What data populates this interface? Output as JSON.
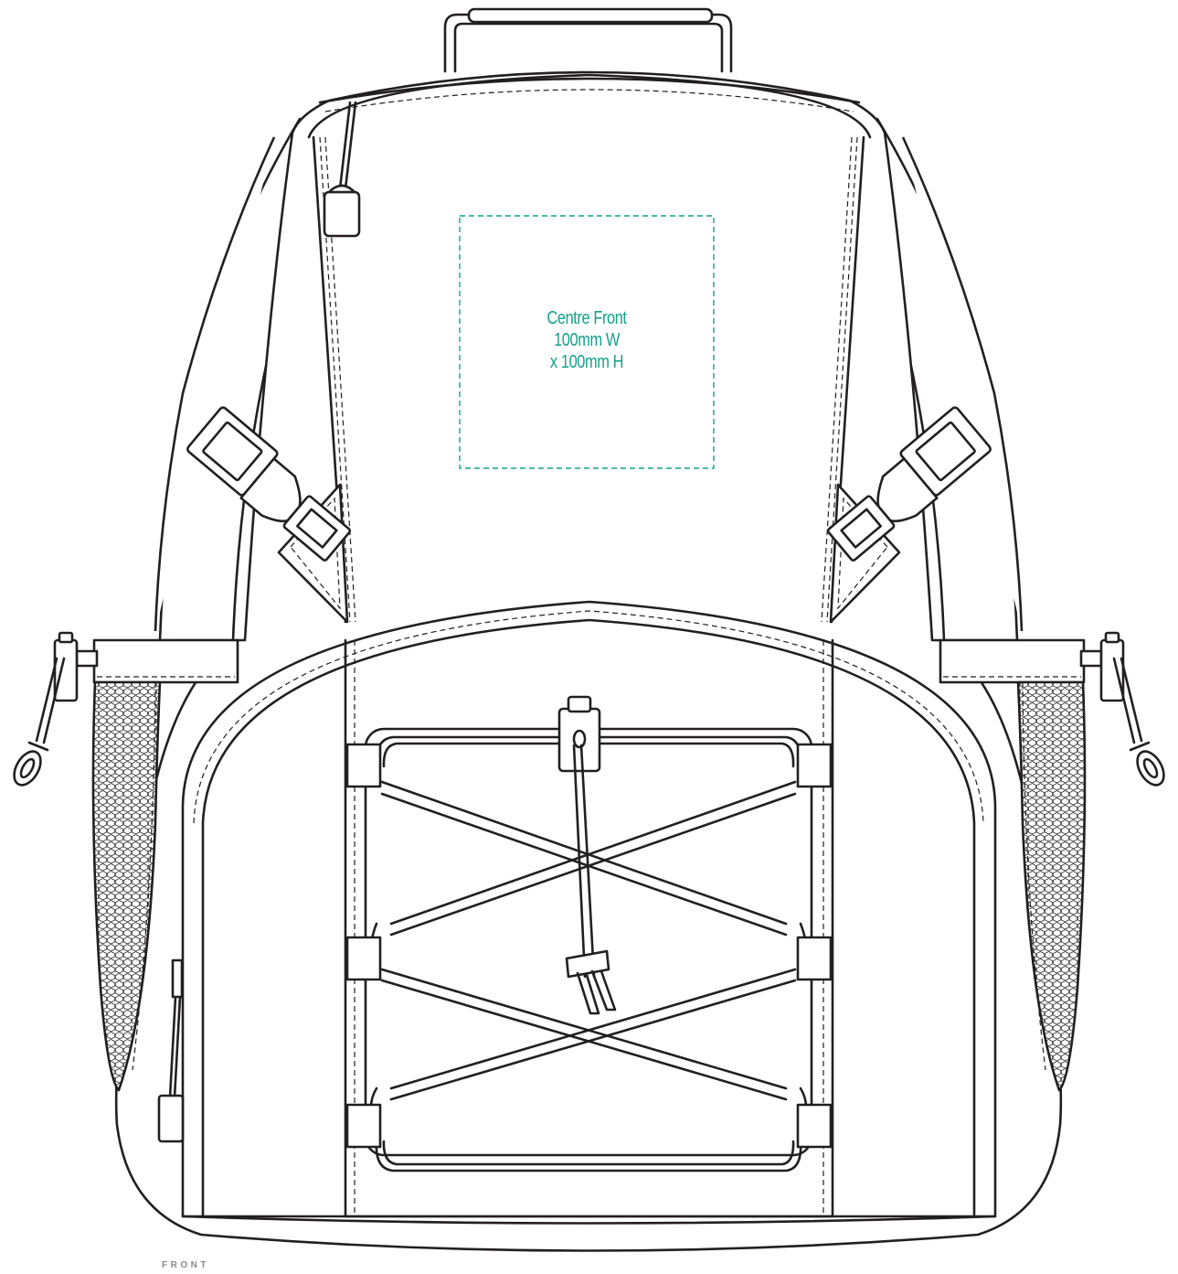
{
  "print_area": {
    "label_line1": "Centre Front",
    "label_line2": "100mm W",
    "label_line3": "x 100mm H",
    "color": "#14a08c"
  },
  "view_label": "FRONT",
  "line_color": "#231f20",
  "label_color": "#8a8a8a"
}
